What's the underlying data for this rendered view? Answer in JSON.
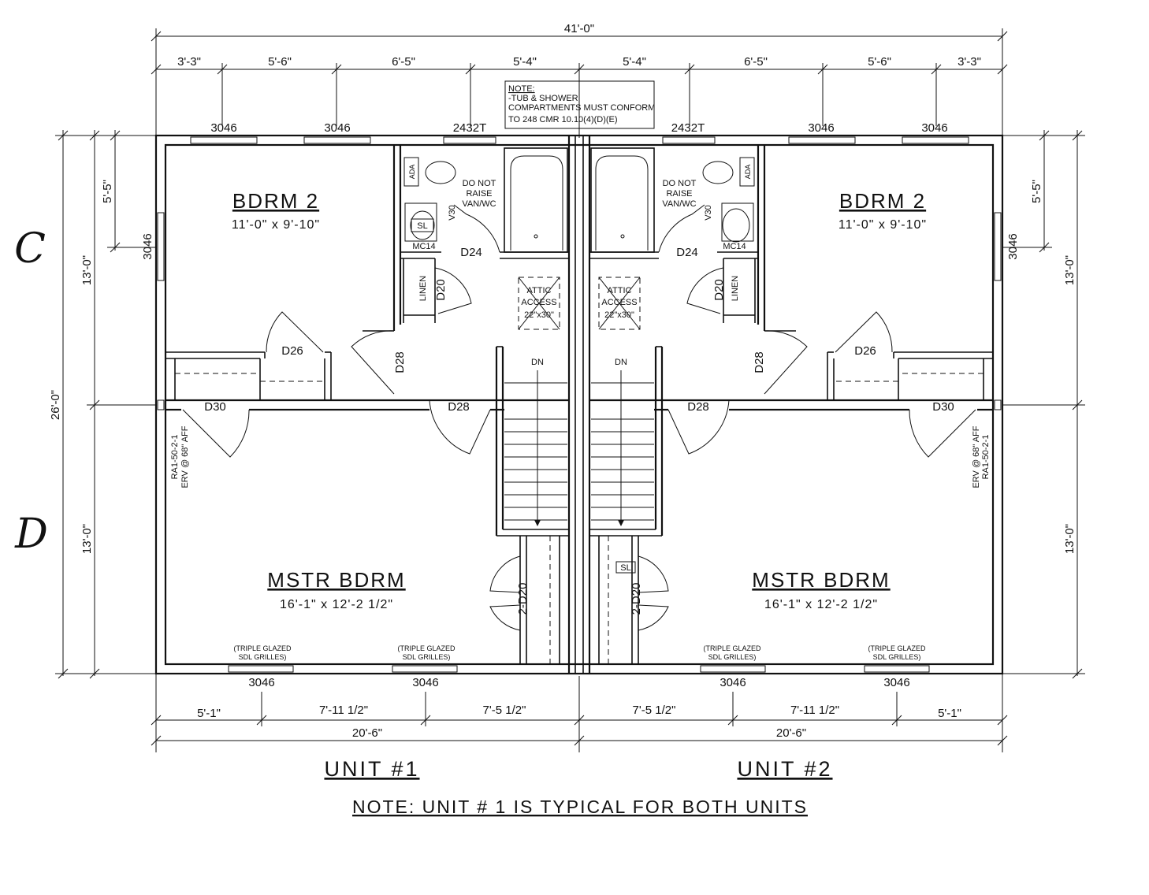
{
  "overall": {
    "width": "41'-0\"",
    "depth": "26'-0\""
  },
  "top_dims": [
    "3'-3\"",
    "5'-6\"",
    "6'-5\"",
    "5'-4\"",
    "5'-4\"",
    "6'-5\"",
    "5'-6\"",
    "3'-3\""
  ],
  "note_box": {
    "title": "NOTE:",
    "lines": [
      "-TUB & SHOWER",
      "COMPARTMENTS MUST CONFORM",
      "TO 248 CMR 10.10(4)(D)(E)"
    ]
  },
  "top_windows": [
    "3046",
    "3046",
    "2432T",
    "2432T",
    "3046",
    "3046"
  ],
  "side_dims": {
    "upper": "13'-0\"",
    "lower": "13'-0\"",
    "window_offset": "5'-5\""
  },
  "grid_labels": [
    "C",
    "D"
  ],
  "rooms": {
    "bdrm2_name": "BDRM 2",
    "bdrm2_size": "11'-0\" x 9'-10\"",
    "mstr_name": "MSTR BDRM",
    "mstr_size": "16'-1\" x 12'-2 1/2\""
  },
  "tags": {
    "side_window": "3046",
    "ada": "ADA",
    "sl": "SL",
    "mc14": "MC14",
    "v30": "V30",
    "do_not_raise": [
      "DO NOT",
      "RAISE",
      "VAN/WC"
    ],
    "linen": "LINEN",
    "attic": [
      "ATTIC",
      "ACCESS",
      "22\"x30\""
    ],
    "dn": "DN",
    "d24": "D24",
    "d20": "D20",
    "d26": "D26",
    "d28": "D28",
    "d30": "D30",
    "d2_20": "2-D20",
    "erv": "ERV @ 68\" AFF",
    "ra": "RA1-50-2-1",
    "grilles": [
      "(TRIPLE GLAZED",
      "SDL GRILLES)"
    ]
  },
  "bottom_windows": [
    "3046",
    "3046",
    "3046",
    "3046"
  ],
  "bottom_dims": [
    "5'-1\"",
    "7'-11 1/2\"",
    "7'-5 1/2\"",
    "7'-5 1/2\"",
    "7'-11 1/2\"",
    "5'-1\""
  ],
  "unit_width": "20'-6\"",
  "units": [
    "UNIT #1",
    "UNIT #2"
  ],
  "footer_note": "NOTE: UNIT # 1 IS TYPICAL FOR BOTH UNITS"
}
